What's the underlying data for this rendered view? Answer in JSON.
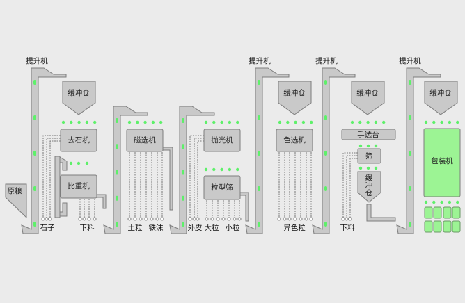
{
  "labels": {
    "elevator": "提升机",
    "buffer_bin": "缓冲仓",
    "raw_grain": "原粮",
    "destoner": "去石机",
    "gravity_separator": "比重机",
    "magnetic_separator": "磁选机",
    "polisher": "抛光机",
    "grain_grader": "粒型筛",
    "color_sorter": "色选机",
    "hand_picking_table": "手选台",
    "sieve": "筛",
    "small_buffer": [
      "缓",
      "冲",
      "仓"
    ],
    "packing_machine": "包装机"
  },
  "outputs": {
    "stones": "石子",
    "discharge_1": "下料",
    "soil": "土粒",
    "iron_filings": "铁沫",
    "husk": "外皮",
    "large_grain": "大粒",
    "small_grain": "小粒",
    "off_color": "异色粒",
    "discharge_2": "下料"
  },
  "colors": {
    "machine_fill": "#c9c9c9",
    "active_green": "#5ef06a",
    "packing_fill": "#9cf494"
  }
}
